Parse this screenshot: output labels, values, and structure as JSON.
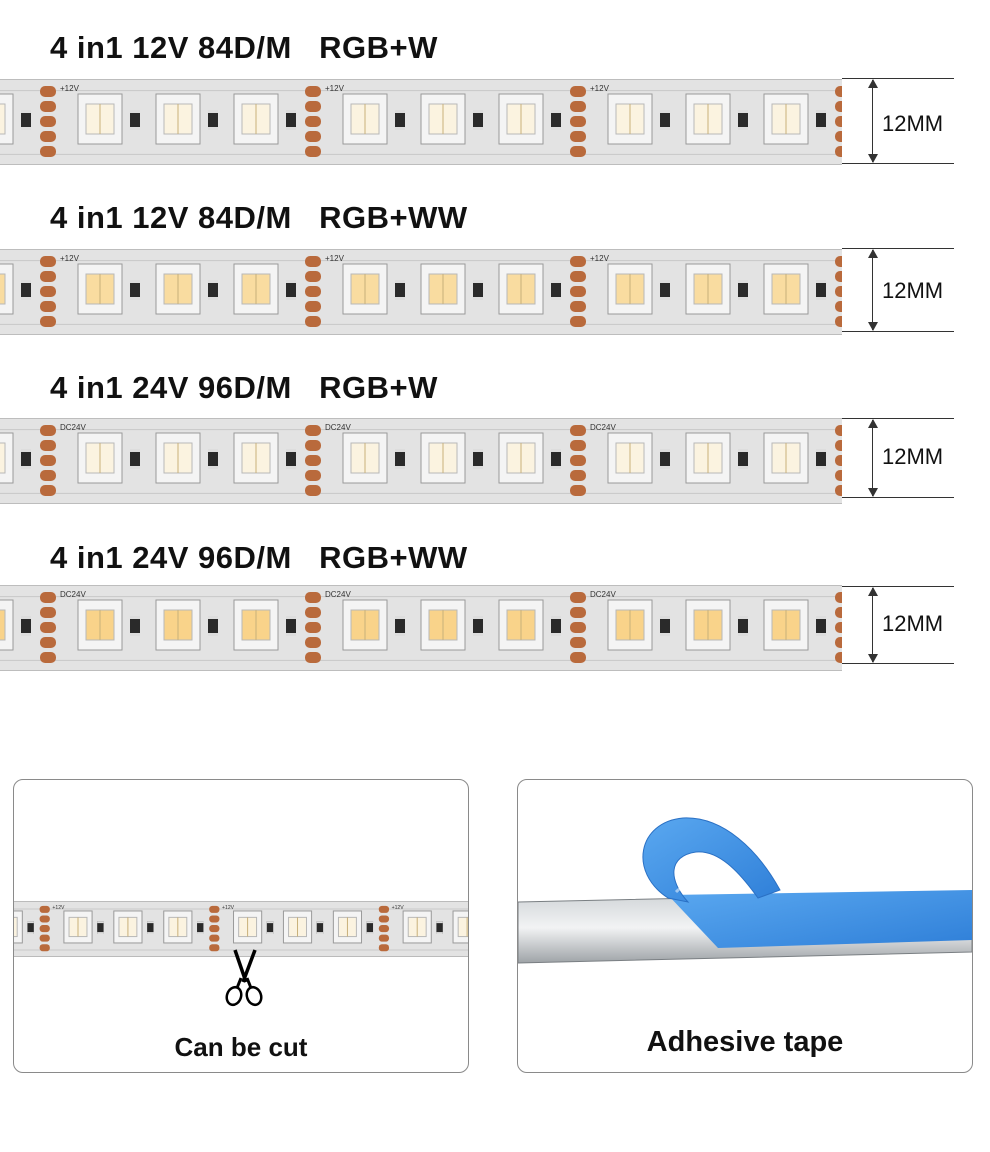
{
  "strips": [
    {
      "title": "4 in1 12V 84D/M   RGB+W",
      "dimension": "12MM",
      "voltage_label": "+12V",
      "led_tint": "#fbf3e0"
    },
    {
      "title": "4 in1 12V 84D/M   RGB+WW",
      "dimension": "12MM",
      "voltage_label": "+12V",
      "led_tint": "#f9dca0"
    },
    {
      "title": "4 in1 24V 96D/M   RGB+W",
      "dimension": "12MM",
      "voltage_label": "DC24V",
      "led_tint": "#fbf3e0"
    },
    {
      "title": "4 in1 24V 96D/M   RGB+WW",
      "dimension": "12MM",
      "voltage_label": "DC24V",
      "led_tint": "#f9d38a"
    }
  ],
  "panels": {
    "cut": {
      "caption": "Can be cut",
      "scissors_icon": "scissors-icon"
    },
    "tape": {
      "caption": "Adhesive tape",
      "tape_color": "#3d8fe0"
    }
  },
  "colors": {
    "pad": "#b96a3c",
    "strip": "#e3e3e3",
    "led_housing": "#f2f2f2",
    "resistor": "#2a2a2a"
  }
}
